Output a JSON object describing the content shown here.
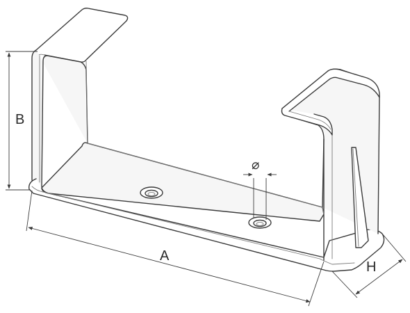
{
  "labels": {
    "dimension_a": "A",
    "dimension_b": "B",
    "dimension_h": "H",
    "diameter": "⌀"
  },
  "colors": {
    "line": "#3a3a3a",
    "background": "#ffffff"
  }
}
